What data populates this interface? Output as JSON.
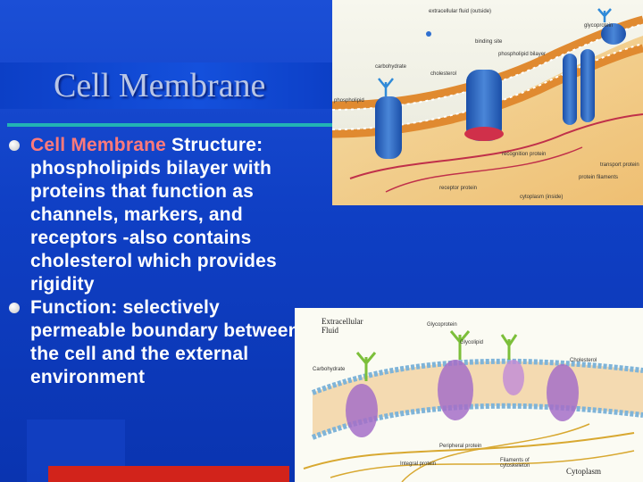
{
  "slide": {
    "title": "Cell Membrane",
    "bullets": [
      {
        "highlight": "Cell Membrane",
        "text": " Structure: phospholipids bilayer with proteins that function as channels, markers, and receptors -also contains cholesterol which provides rigidity"
      },
      {
        "highlight": "",
        "text": "Function: selectively permeable boundary between the cell and the external environment"
      }
    ]
  },
  "figure_top": {
    "labels": [
      "extracellular fluid (outside)",
      "glycoprotein",
      "binding site",
      "phospholipid bilayer",
      "carbohydrate",
      "cholesterol",
      "phospholipid",
      "recognition protein",
      "transport protein",
      "protein filaments",
      "receptor protein",
      "cytoplasm (inside)"
    ]
  },
  "figure_bottom": {
    "labels": [
      "Extracellular Fluid",
      "Glycoprotein",
      "Glycolipid",
      "Carbohydrate",
      "Cholesterol",
      "Peripheral protein",
      "Integral protein",
      "Filaments of cytoskeleton",
      "Cytoplasm"
    ]
  },
  "colors": {
    "background": "#0f3fc4",
    "title": "#b9c6e6",
    "rule": "#22b4b4",
    "highlight": "#ff7a7a",
    "accent_red": "#d2231b"
  }
}
